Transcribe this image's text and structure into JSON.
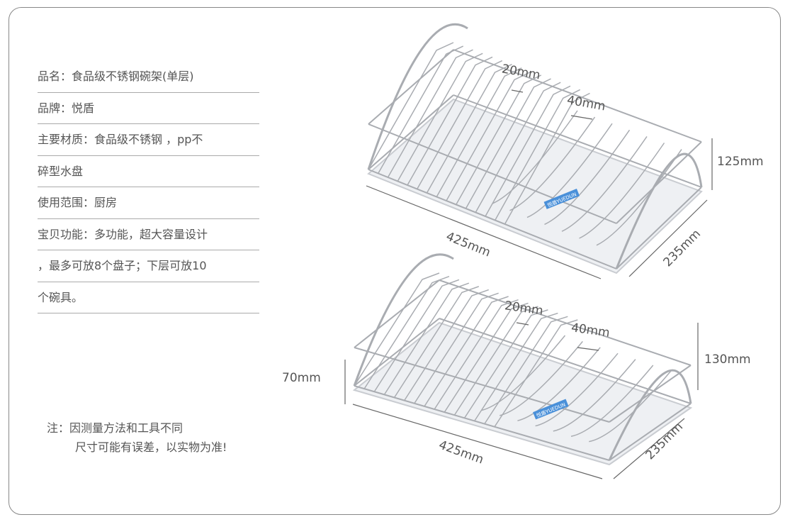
{
  "specs": [
    "品名：食品级不锈钢碗架(单层)",
    "品牌：悦盾",
    "主要材质：食品级不锈钢 ，pp不",
    "碎型水盘",
    "使用范围：厨房",
    "宝贝功能：多功能，超大容量设计",
    "，最多可放8个盘子；下层可放10",
    "个碗具。"
  ],
  "note": {
    "line1": "注：因测量方法和工具不同",
    "line2": "尺寸可能有误差，以实物为准!"
  },
  "rack_top": {
    "slot_small": "20mm",
    "slot_large": "40mm",
    "height": "125mm",
    "length": "425mm",
    "depth": "235mm",
    "tray_logo": "悦盾YUEDUN"
  },
  "rack_bottom": {
    "slot_small": "20mm",
    "slot_large": "40mm",
    "height": "130mm",
    "leg_height": "70mm",
    "length": "425mm",
    "depth": "235mm",
    "tray_logo": "悦盾YUEDUN"
  }
}
